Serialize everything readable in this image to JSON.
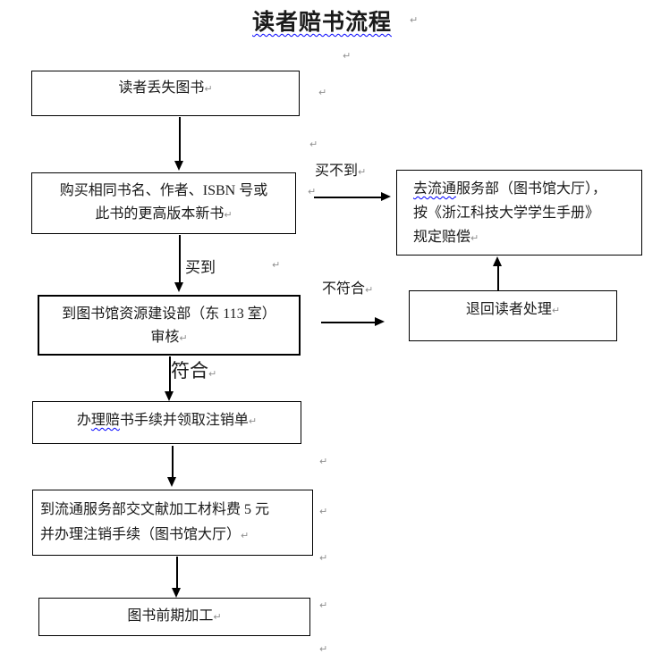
{
  "title": "读者赔书流程",
  "pilcrow": "↵",
  "flow": {
    "lost": "读者丢失图书",
    "buy_line1": "购买相同书名、作者、ISBN 号或",
    "buy_line2": "此书的更高版本新书",
    "review_line1": "到图书馆资源建设部（东 113 室）",
    "review_line2": "审核",
    "procedure_pre": "办",
    "procedure_squiggle": "理赔",
    "procedure_post": "书手续并领取注销单",
    "pay_line1": "到流通服务部交文献加工材料费 5 元",
    "pay_line2": "并办理注销手续（图书馆大厅）",
    "preprocess": "图书前期加工",
    "circulation_l1_squiggle": "去流通",
    "circulation_l1_rest": "服务部（图书馆大厅），",
    "circulation_l2": "按《浙江科技大学学生手册》",
    "circulation_l3": "规定赔偿",
    "return_reader": "退回读者处理"
  },
  "labels": {
    "cannot_buy": "买不到",
    "bought": "买到",
    "not_conform": "不符合",
    "conform": "符合"
  },
  "colors": {
    "squiggle_underline": "#0000ff",
    "connector_line": "#000000",
    "pilcrow": "#8f8f8f",
    "background": "#ffffff"
  }
}
